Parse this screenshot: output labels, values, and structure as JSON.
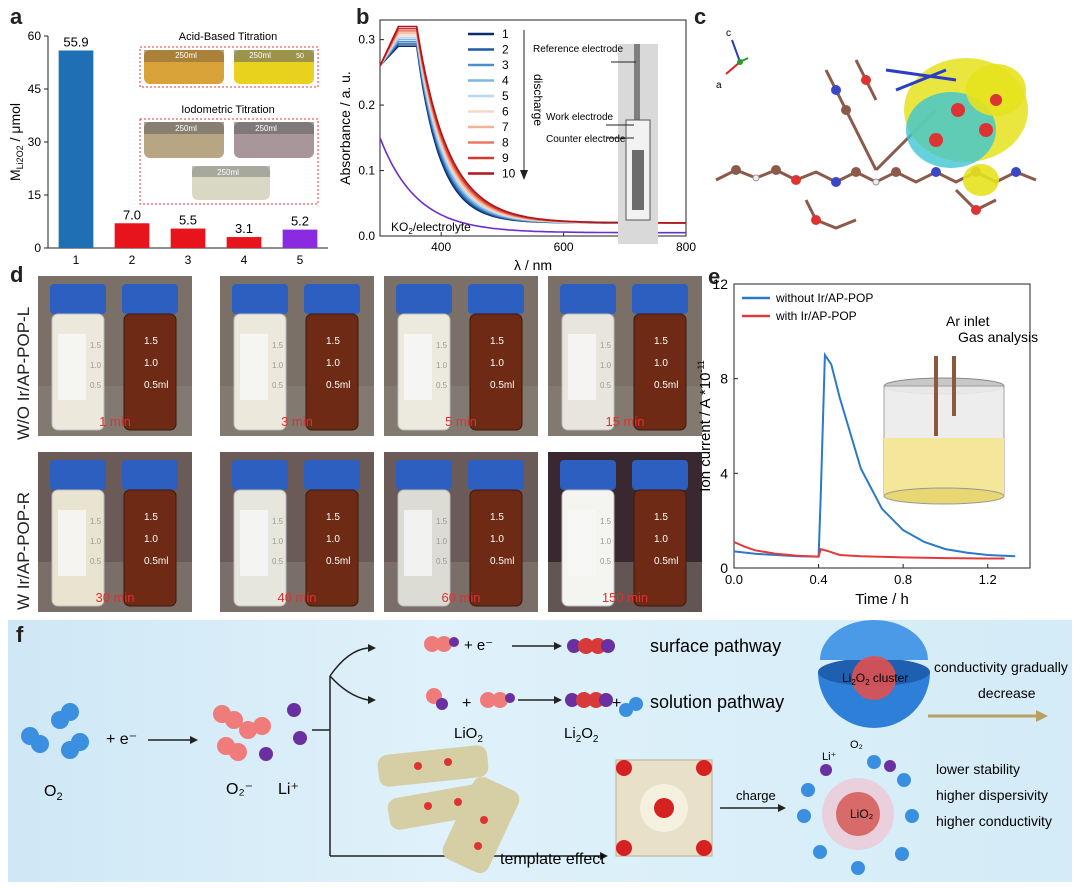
{
  "panels": {
    "a": {
      "label": "a",
      "chart_data": {
        "type": "bar",
        "categories": [
          "1",
          "2",
          "3",
          "4",
          "5"
        ],
        "values": [
          55.9,
          7.0,
          5.5,
          3.1,
          5.2
        ],
        "value_labels": [
          "55.9",
          "7.0",
          "5.5",
          "3.1",
          "5.2"
        ],
        "ylabel": "M",
        "ylabel_sub": "Li2O2",
        "ylabel_unit": " / μmol",
        "ylim": [
          0,
          60
        ],
        "yticks": [
          "0",
          "15",
          "30",
          "45",
          "60"
        ],
        "colors": [
          "#1f6fb5",
          "#e8141c",
          "#e8141c",
          "#e8141c",
          "#8a2be2"
        ]
      },
      "insets": {
        "acid_title": "Acid-Based Titration",
        "iodo_title": "Iodometric Titration",
        "beaker_label": "250ml",
        "beaker_mark": "50"
      }
    },
    "b": {
      "label": "b",
      "chart_data": {
        "type": "line",
        "xlabel": "λ / nm",
        "ylabel": "Absorbance / a. u.",
        "xlim": [
          300,
          800
        ],
        "ylim": [
          0,
          0.33
        ],
        "xticks": [
          "400",
          "600",
          "800"
        ],
        "yticks": [
          "0.0",
          "0.1",
          "0.2",
          "0.3"
        ],
        "series": [
          {
            "name": "1",
            "color": "#0b2d6b"
          },
          {
            "name": "2",
            "color": "#1e5aa8"
          },
          {
            "name": "3",
            "color": "#4b8fd1"
          },
          {
            "name": "4",
            "color": "#7fb5e3"
          },
          {
            "name": "5",
            "color": "#b7d8ee"
          },
          {
            "name": "6",
            "color": "#f6d7c6"
          },
          {
            "name": "7",
            "color": "#f3b39a"
          },
          {
            "name": "8",
            "color": "#e77a60"
          },
          {
            "name": "9",
            "color": "#d8382c"
          },
          {
            "name": "10",
            "color": "#b0141c"
          }
        ],
        "arrow_label": "discharge",
        "annotation": "KO",
        "annotation_sub": "2",
        "annotation_rest": "/electrolyte",
        "annotation_color": "#6a2fd0"
      },
      "photo_labels": {
        "ref": "Reference electrode",
        "work": "Work electrode",
        "counter": "Counter electrode"
      }
    },
    "c": {
      "label": "c",
      "axes": {
        "c": "c",
        "a": "a"
      }
    },
    "d": {
      "label": "d",
      "row_top": "W/O Ir/AP-POP-L",
      "row_bottom": "W Ir/AP-POP-R",
      "times_top": [
        "1 min",
        "3 min",
        "5 min",
        "15 min"
      ],
      "times_bottom": [
        "30 min",
        "40 min",
        "60 min",
        "150 min"
      ],
      "vial_marks": [
        "1.5",
        "1.0",
        "0.5ml"
      ],
      "white_marks": [
        "1.5",
        "1.0",
        "0.5"
      ]
    },
    "e": {
      "label": "e",
      "chart_data": {
        "type": "line",
        "xlabel": "Time / h",
        "ylabel": "Ion current / A *10",
        "ylabel_sup": "-11",
        "xlim": [
          0,
          1.4
        ],
        "ylim": [
          0,
          12
        ],
        "xticks": [
          "0.0",
          "0.4",
          "0.8",
          "1.2"
        ],
        "yticks": [
          "0",
          "4",
          "8",
          "12"
        ],
        "series": [
          {
            "name": "without Ir/AP-POP",
            "color": "#2b79c9",
            "x": [
              0,
              0.1,
              0.2,
              0.3,
              0.4,
              0.41,
              0.43,
              0.46,
              0.5,
              0.6,
              0.7,
              0.8,
              0.9,
              1.0,
              1.1,
              1.2,
              1.33
            ],
            "y": [
              0.7,
              0.6,
              0.55,
              0.5,
              0.48,
              3.0,
              9.0,
              8.6,
              7.2,
              4.2,
              2.5,
              1.6,
              1.1,
              0.8,
              0.65,
              0.55,
              0.5
            ]
          },
          {
            "name": "with Ir/AP-POP",
            "color": "#e03a3a",
            "x": [
              0,
              0.05,
              0.1,
              0.2,
              0.3,
              0.4,
              0.41,
              0.45,
              0.5,
              0.6,
              0.8,
              1.0,
              1.2,
              1.28
            ],
            "y": [
              1.1,
              0.9,
              0.75,
              0.6,
              0.52,
              0.48,
              0.8,
              0.7,
              0.55,
              0.5,
              0.45,
              0.42,
              0.4,
              0.4
            ]
          }
        ]
      },
      "inset": {
        "ar": "Ar inlet",
        "gas": "Gas analysis"
      }
    },
    "f": {
      "label": "f",
      "o2": "O",
      "o2_sub": "2",
      "plus_e": "+ e⁻",
      "o2_minus": "O₂⁻",
      "li_plus": "Li⁺",
      "surface_plus": "+ e⁻",
      "surface": "surface pathway",
      "plus": "+",
      "lio2": "LiO",
      "lio2_sub": "2",
      "li2o2": "Li",
      "li2o2_sub1": "2",
      "li2o2_mid": "O",
      "li2o2_sub2": "2",
      "plus2": "+",
      "solution": "solution pathway",
      "cluster": "Li",
      "cluster_sub1": "2",
      "cluster_mid": "O",
      "cluster_sub2": "2",
      "cluster_rest": " cluster",
      "cond1": "conductivity gradually",
      "cond2": "decrease",
      "template": "template effect",
      "charge": "charge",
      "li_small": "Li⁺",
      "o2_small": "O₂",
      "lio2_core": "LiO₂",
      "p1": "lower stability",
      "p2": "higher dispersivity",
      "p3": "higher conductivity"
    }
  }
}
